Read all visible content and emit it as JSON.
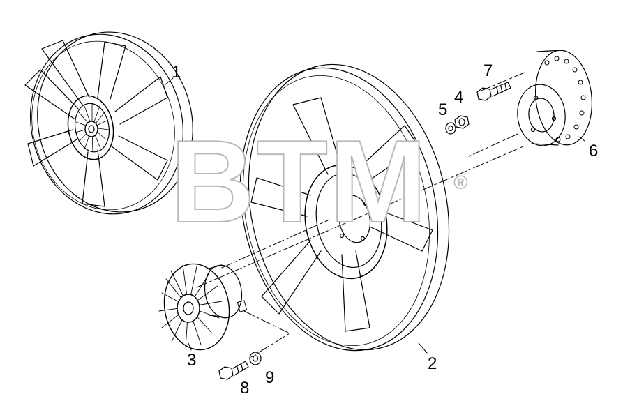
{
  "callouts": {
    "p1": "1",
    "p2": "2",
    "p3": "3",
    "p4": "4",
    "p5": "5",
    "p6": "6",
    "p7": "7",
    "p8": "8",
    "p9": "9"
  },
  "watermark": {
    "text": "BTM",
    "registered": "®"
  },
  "colors": {
    "line": "#000000",
    "watermark": "#b9b9b9"
  }
}
